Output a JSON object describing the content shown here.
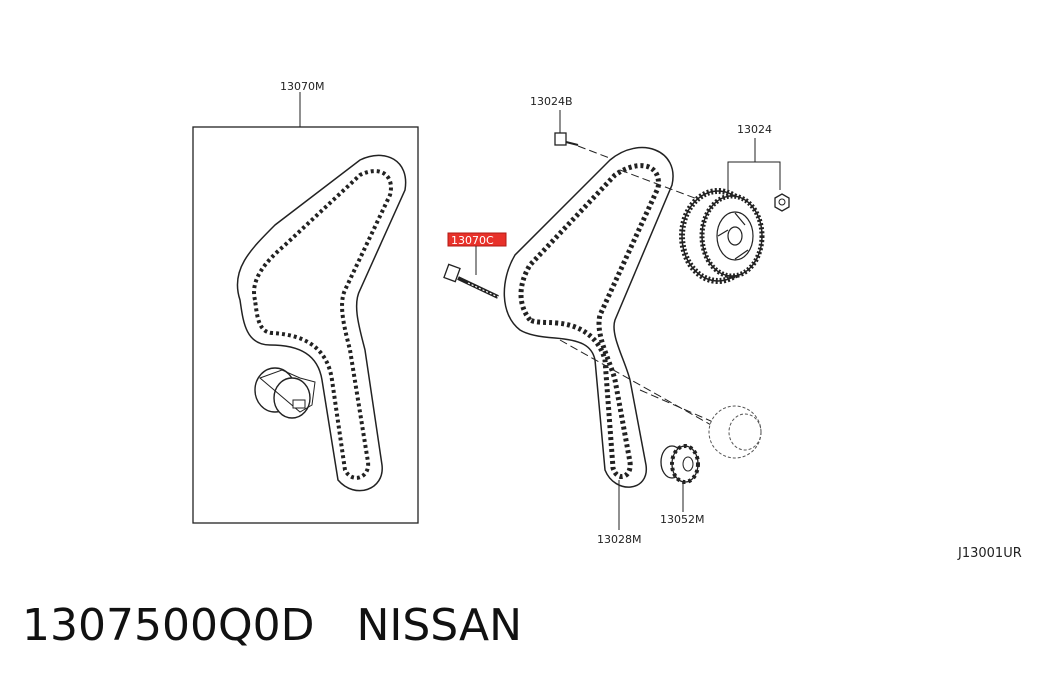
{
  "callouts": {
    "timing_belt_kit": "13070M",
    "bolt": "13024B",
    "sprocket": "13024",
    "tensioner_bolt": "13070C",
    "timing_belt": "13028M",
    "crank_sprocket": "13052M"
  },
  "diagram_code": "J13001UR",
  "footer": {
    "part_number": "1307500Q0D",
    "brand": "NISSAN"
  },
  "highlight_color": "#e8312a"
}
